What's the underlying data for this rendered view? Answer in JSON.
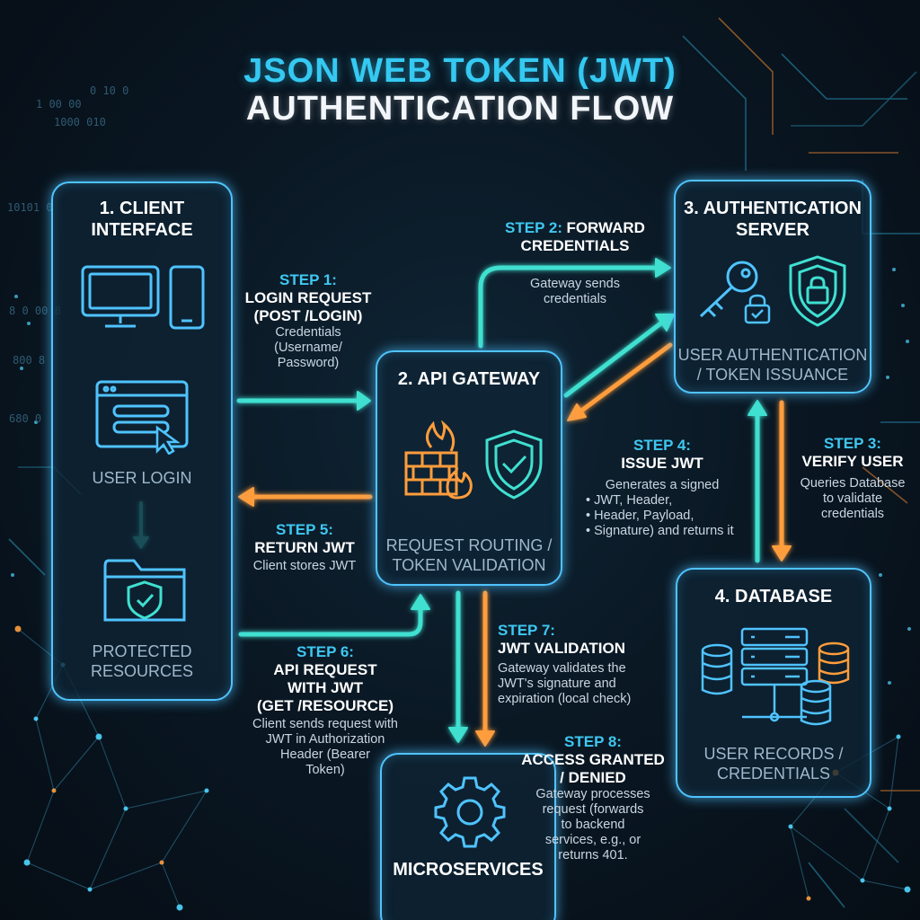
{
  "title": {
    "line1": "JSON WEB TOKEN (JWT)",
    "line2": "AUTHENTICATION FLOW"
  },
  "colors": {
    "cyan": "#4fc3ff",
    "teal": "#3fe0d0",
    "orange": "#ff9d3c",
    "step_heading": "#3ec8f2",
    "background": "#071019"
  },
  "nodes": {
    "client": {
      "title": "1. CLIENT\nINTERFACE",
      "login_label": "USER LOGIN",
      "protected_label": "PROTECTED\nRESOURCES",
      "icons": [
        "monitor-icon",
        "phone-icon",
        "browser-login-icon",
        "folder-shield-icon"
      ]
    },
    "gateway": {
      "title": "2. API GATEWAY",
      "subtitle": "REQUEST ROUTING /\nTOKEN VALIDATION",
      "icons": [
        "firewall-icon",
        "shield-check-icon"
      ]
    },
    "auth": {
      "title": "3. AUTHENTICATION\nSERVER",
      "subtitle": "USER AUTHENTICATION\n/ TOKEN ISSUANCE",
      "icons": [
        "key-icon",
        "lock-icon",
        "shield-lock-icon"
      ]
    },
    "database": {
      "title": "4. DATABASE",
      "subtitle": "USER RECORDS /\nCREDENTIALS",
      "icons": [
        "database-server-icon"
      ]
    },
    "microservices": {
      "title": "MICROSERVICES",
      "icons": [
        "gear-icon"
      ]
    }
  },
  "steps": {
    "s1": {
      "heading": "STEP 1:",
      "name": "LOGIN REQUEST\n(POST /LOGIN)",
      "desc": "Credentials\n(Username/\nPassword)"
    },
    "s2": {
      "heading": "STEP 2:",
      "heading_tail": "FORWARD",
      "name": "CREDENTIALS",
      "desc": "Gateway sends\ncredentials"
    },
    "s3": {
      "heading": "STEP 3:",
      "name": "VERIFY USER",
      "desc": "Queries Database\nto validate\ncredentials"
    },
    "s4": {
      "heading": "STEP 4:",
      "name": "ISSUE JWT",
      "desc_intro": "Generates a signed",
      "bullets": [
        "JWT, Header,",
        "Header,  Payload,",
        "Signature) and returns it"
      ]
    },
    "s5": {
      "heading": "STEP 5:",
      "name": "RETURN JWT",
      "desc": "Client stores JWT"
    },
    "s6": {
      "heading": "STEP 6:",
      "name": "API REQUEST\nWITH JWT\n(GET /RESOURCE)",
      "desc": "Client sends request with\nJWT in Authorization\nHeader (Bearer\nToken)"
    },
    "s7": {
      "heading": "STEP 7:",
      "name": "JWT VALIDATION",
      "desc": "Gateway validates the\nJWT's signature and\nexpiration (local check)"
    },
    "s8": {
      "heading": "STEP 8:",
      "name": "ACCESS GRANTED\n/ DENIED",
      "desc": "Gateway processes\nrequest (forwards\nto backend\nservices, e.g., or\nreturns 401."
    }
  },
  "background_digits": [
    "0 10 0",
    "1 00 00",
    "1000 010",
    "10101 0",
    "800 8",
    "680 0",
    "8 0 00 8"
  ]
}
